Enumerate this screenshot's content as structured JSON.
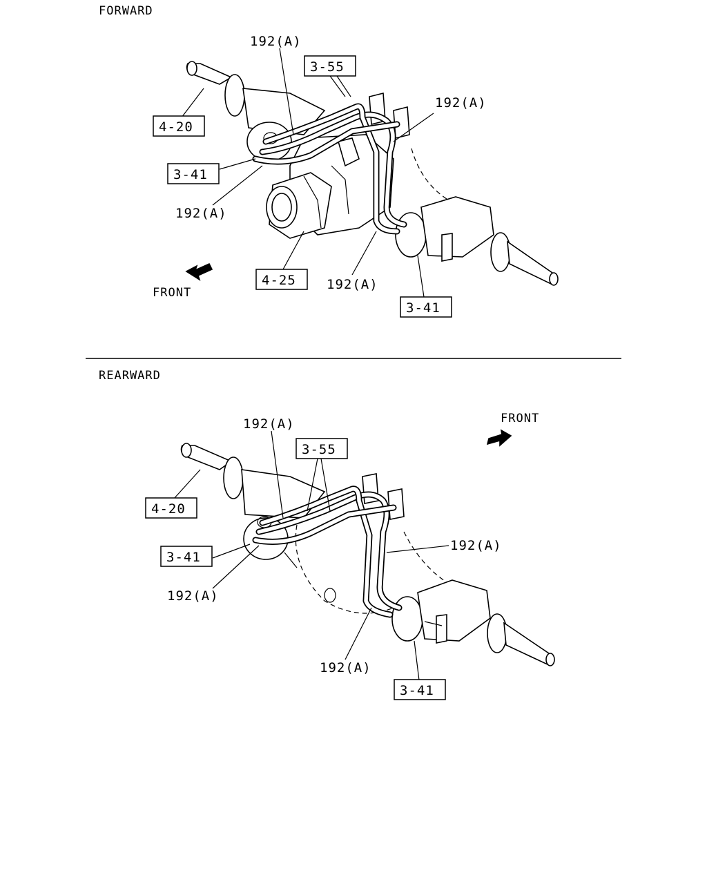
{
  "forward": {
    "section_title": "FORWARD",
    "front_label": "FRONT",
    "callouts": {
      "pipe_top": "192(A)",
      "bracket_top": "3-55",
      "axle_left": "4-20",
      "pipe_right": "192(A)",
      "hose_left": "3-41",
      "pipe_left": "192(A)",
      "diff_carrier": "4-25",
      "pipe_bottom": "192(A)",
      "hose_right": "3-41"
    }
  },
  "rearward": {
    "section_title": "REARWARD",
    "front_label": "FRONT",
    "callouts": {
      "pipe_top": "192(A)",
      "bracket_top": "3-55",
      "axle_left": "4-20",
      "hose_left": "3-41",
      "pipe_right": "192(A)",
      "pipe_left": "192(A)",
      "pipe_bottom": "192(A)",
      "hose_right": "3-41"
    }
  }
}
